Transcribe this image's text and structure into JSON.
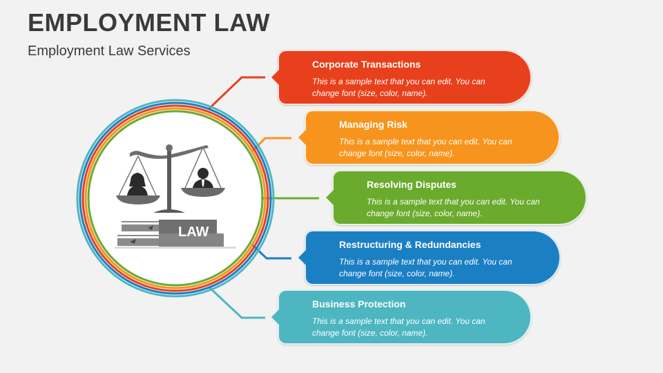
{
  "title": "EMPLOYMENT LAW",
  "subtitle": "Employment Law Services",
  "center": {
    "label": "LAW"
  },
  "items": [
    {
      "title": "Corporate Transactions",
      "text": "This is a sample text that you can edit. You can change font (size, color, name).",
      "color": "#e8401c"
    },
    {
      "title": "Managing Risk",
      "text": "This is a sample text that you can edit. You can change font (size, color, name).",
      "color": "#f7941d"
    },
    {
      "title": "Resolving Disputes",
      "text": "This is a sample text that you can edit. You can change font (size, color, name).",
      "color": "#6aab2e"
    },
    {
      "title": "Restructuring & Redundancies",
      "text": "This is a sample text that you can edit. You can change font (size, color, name).",
      "color": "#1b7fc4"
    },
    {
      "title": "Business Protection",
      "text": "This is a sample text that you can edit. You can change font (size, color, name).",
      "color": "#4db6c0"
    }
  ]
}
